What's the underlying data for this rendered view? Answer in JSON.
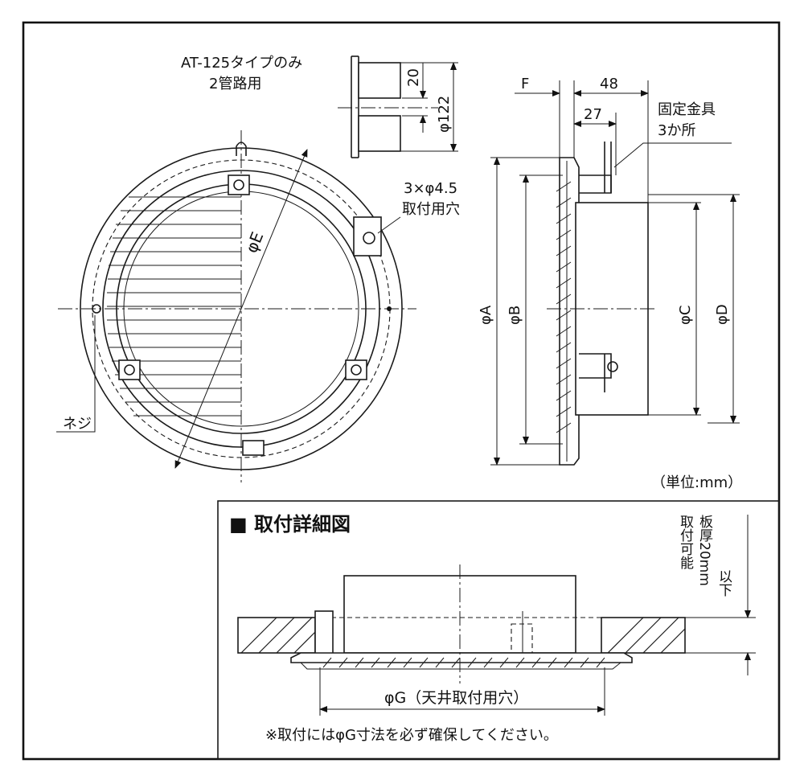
{
  "labels": {
    "at125_note": "AT-125タイプのみ",
    "two_pipe": "2管路用",
    "dim_20": "20",
    "dim_phi122": "φ122",
    "dim_F": "F",
    "dim_48": "48",
    "dim_27": "27",
    "fixing_bracket": "固定金具",
    "three_places": "3か所",
    "mount_hole_size": "3×φ4.5",
    "mount_hole": "取付用穴",
    "phi_E": "φE",
    "phi_A": "φA",
    "phi_B": "φB",
    "phi_C": "φC",
    "phi_D": "φD",
    "screw": "ネジ",
    "unit": "（単位:mm）"
  },
  "detail": {
    "title": "■ 取付詳細図",
    "board_note_1": "取付可能",
    "board_note_2": "板厚20mm",
    "board_note_3": "以下",
    "phi_G": "φG（天井取付用穴）",
    "footnote": "※取付にはφG寸法を必ず確保してください。"
  }
}
